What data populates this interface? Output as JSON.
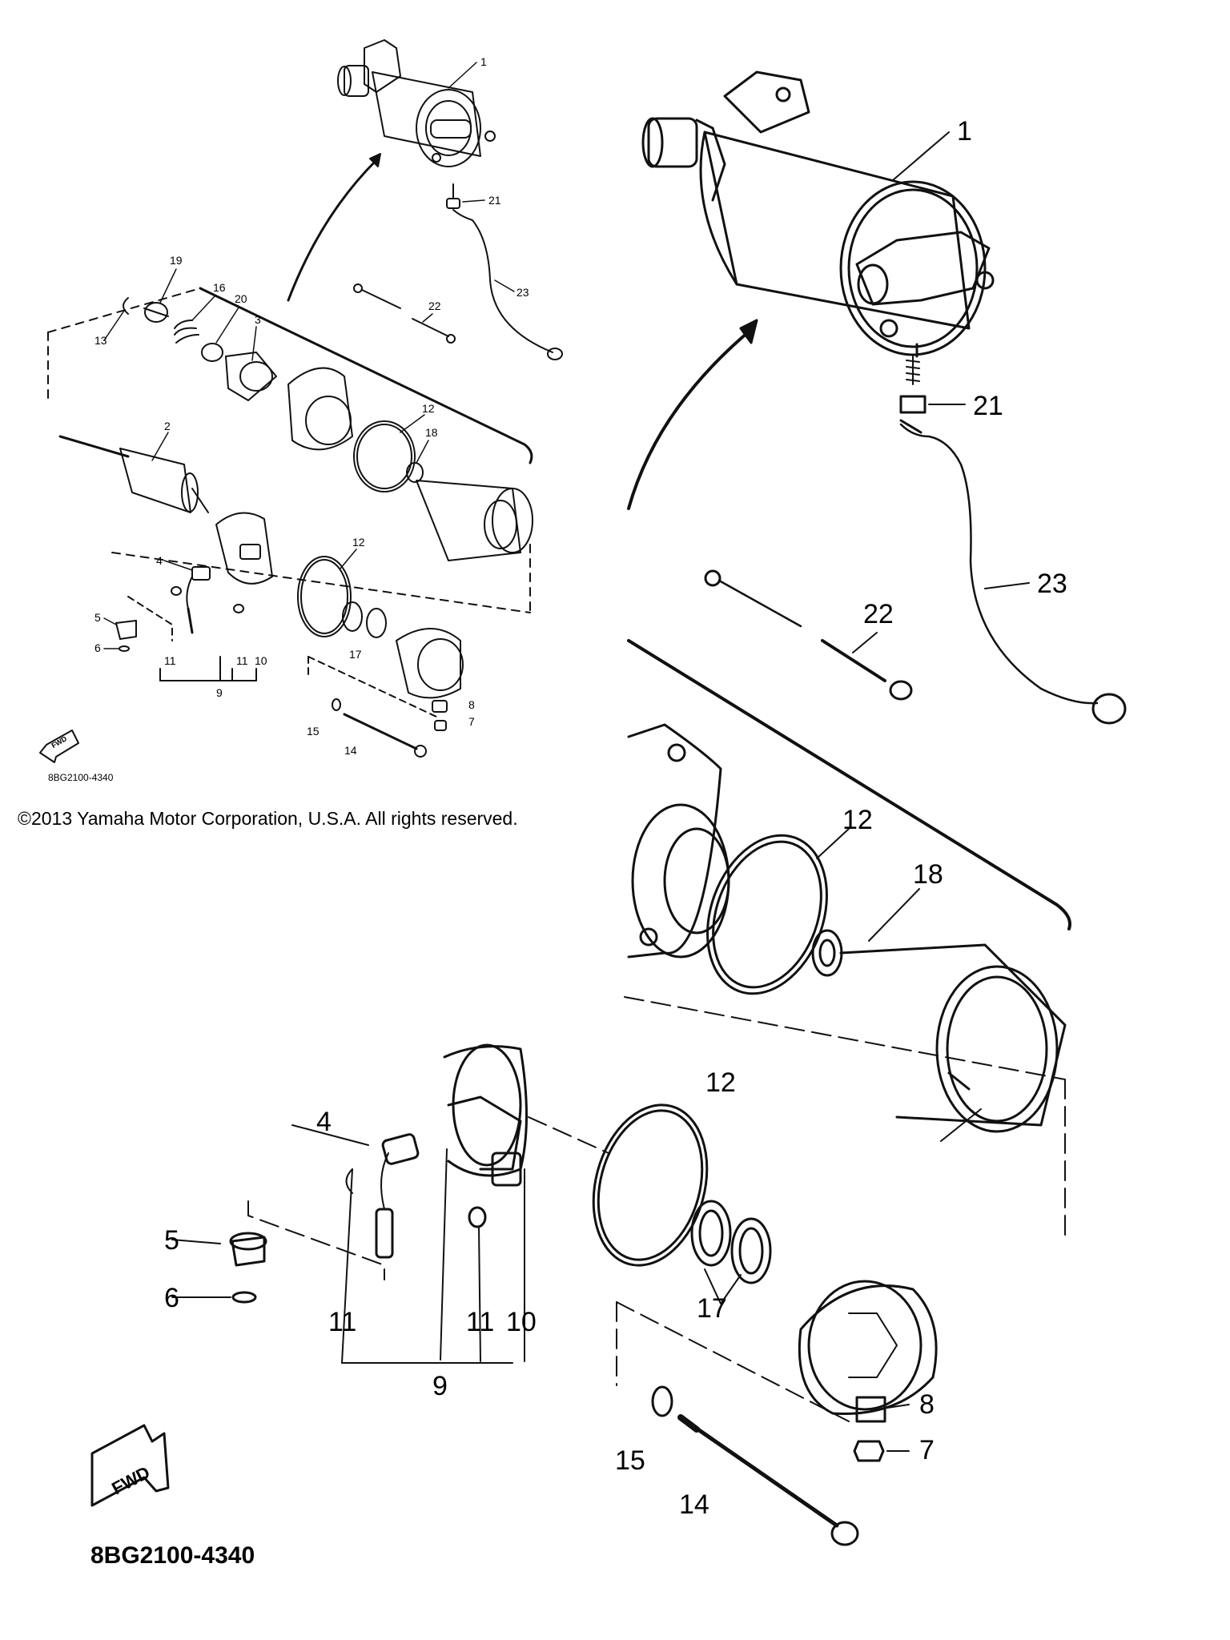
{
  "copyright": "©2013 Yamaha Motor Corporation, U.S.A. All rights reserved.",
  "diagram_code": "8BG2100-4340",
  "fwd_label": "FWD",
  "part_numbers": [
    "1",
    "2",
    "3",
    "4",
    "5",
    "6",
    "7",
    "8",
    "9",
    "10",
    "11",
    "12",
    "13",
    "14",
    "15",
    "16",
    "17",
    "18",
    "19",
    "20",
    "21",
    "22",
    "23"
  ]
}
